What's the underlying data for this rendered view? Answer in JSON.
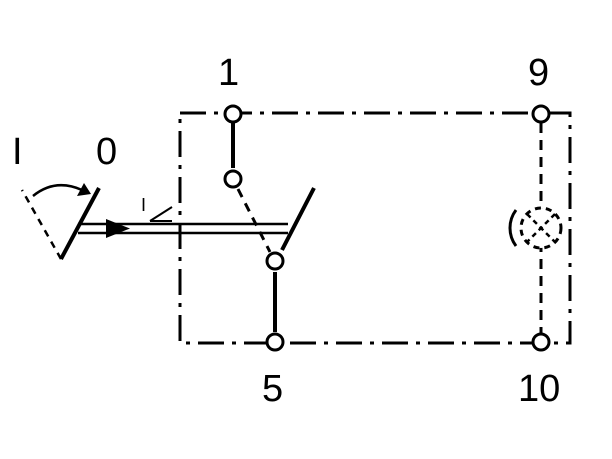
{
  "diagram": {
    "position_labels": {
      "on": "I",
      "off": "0"
    },
    "actuator_label": "I",
    "terminals": {
      "t1": "1",
      "t9": "9",
      "t5": "5",
      "t10": "10"
    },
    "colors": {
      "stroke": "#000000",
      "background": "#ffffff"
    }
  }
}
